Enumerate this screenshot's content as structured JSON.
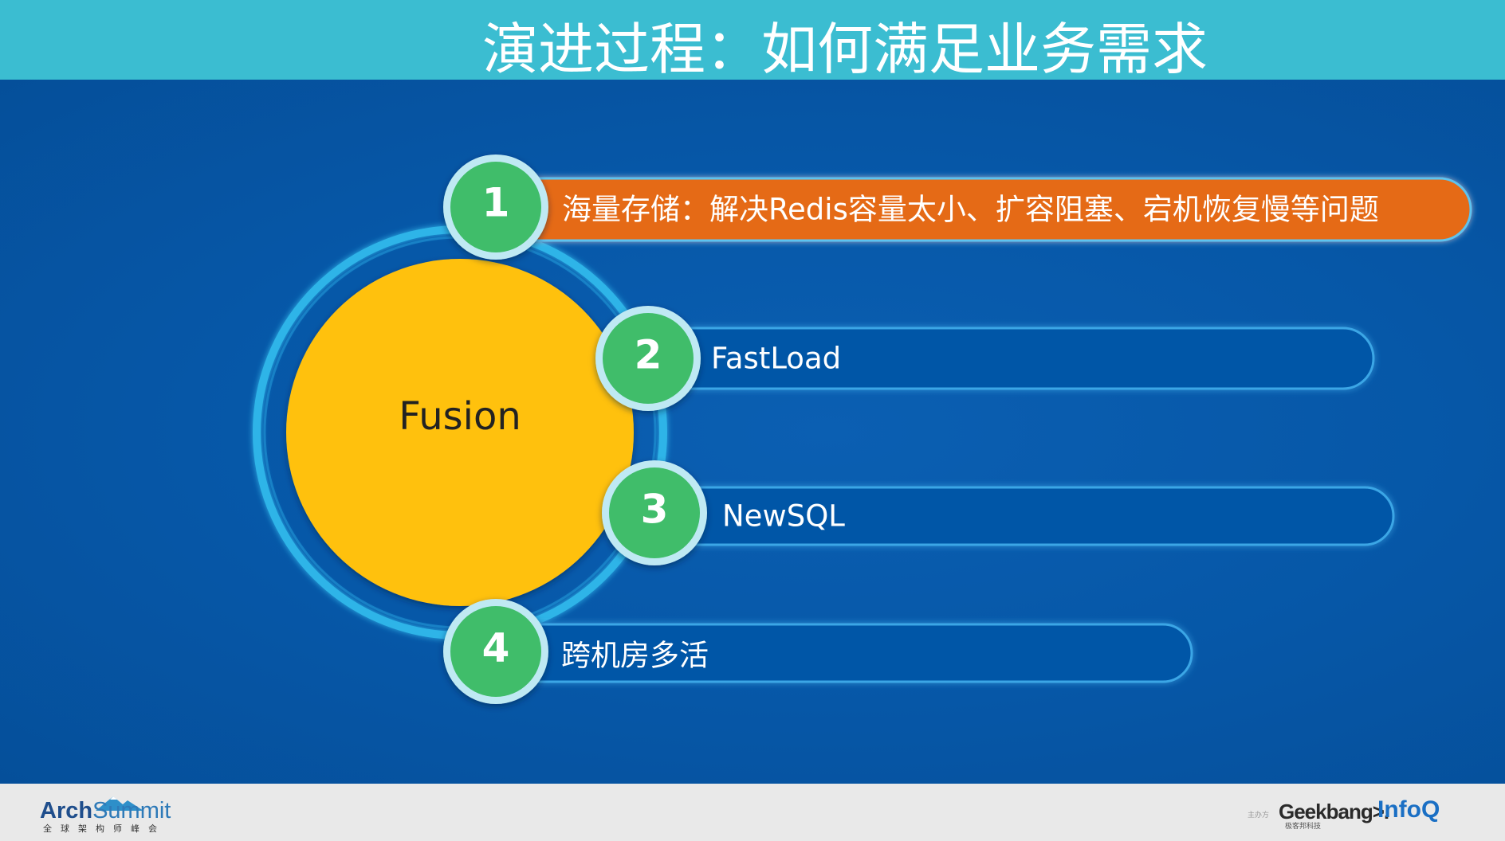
{
  "slide": {
    "title": "演进过程：如何满足业务需求"
  },
  "diagram": {
    "hub_label": "Fusion",
    "items": [
      {
        "number": "1",
        "text": "海量存储：解决Redis容量太小、扩容阻塞、宕机恢复慢等问题",
        "highlighted": true
      },
      {
        "number": "2",
        "text": "FastLoad",
        "highlighted": false
      },
      {
        "number": "3",
        "text": "NewSQL",
        "highlighted": false
      },
      {
        "number": "4",
        "text": "跨机房多活",
        "highlighted": false
      }
    ]
  },
  "colors": {
    "header_bg": "#3bbdd1",
    "slide_bg": "#0657a7",
    "hub_fill": "#ffc107",
    "ring": "#2fb4e8",
    "badge_fill": "#3fbd6a",
    "badge_ring": "#bfe9f3",
    "highlight_pill": "#e56a16",
    "pill_outline": "#3aa6e6"
  },
  "footer": {
    "logo_left_title_a": "Arch",
    "logo_left_title_b": "Summit",
    "logo_left_subtitle": "全球架构师峰会",
    "sponsor_label": "主办方",
    "logo_geekbang": "Geekbang>.",
    "logo_geekbang_sub": "极客邦科技",
    "logo_infoq": "InfoQ"
  }
}
